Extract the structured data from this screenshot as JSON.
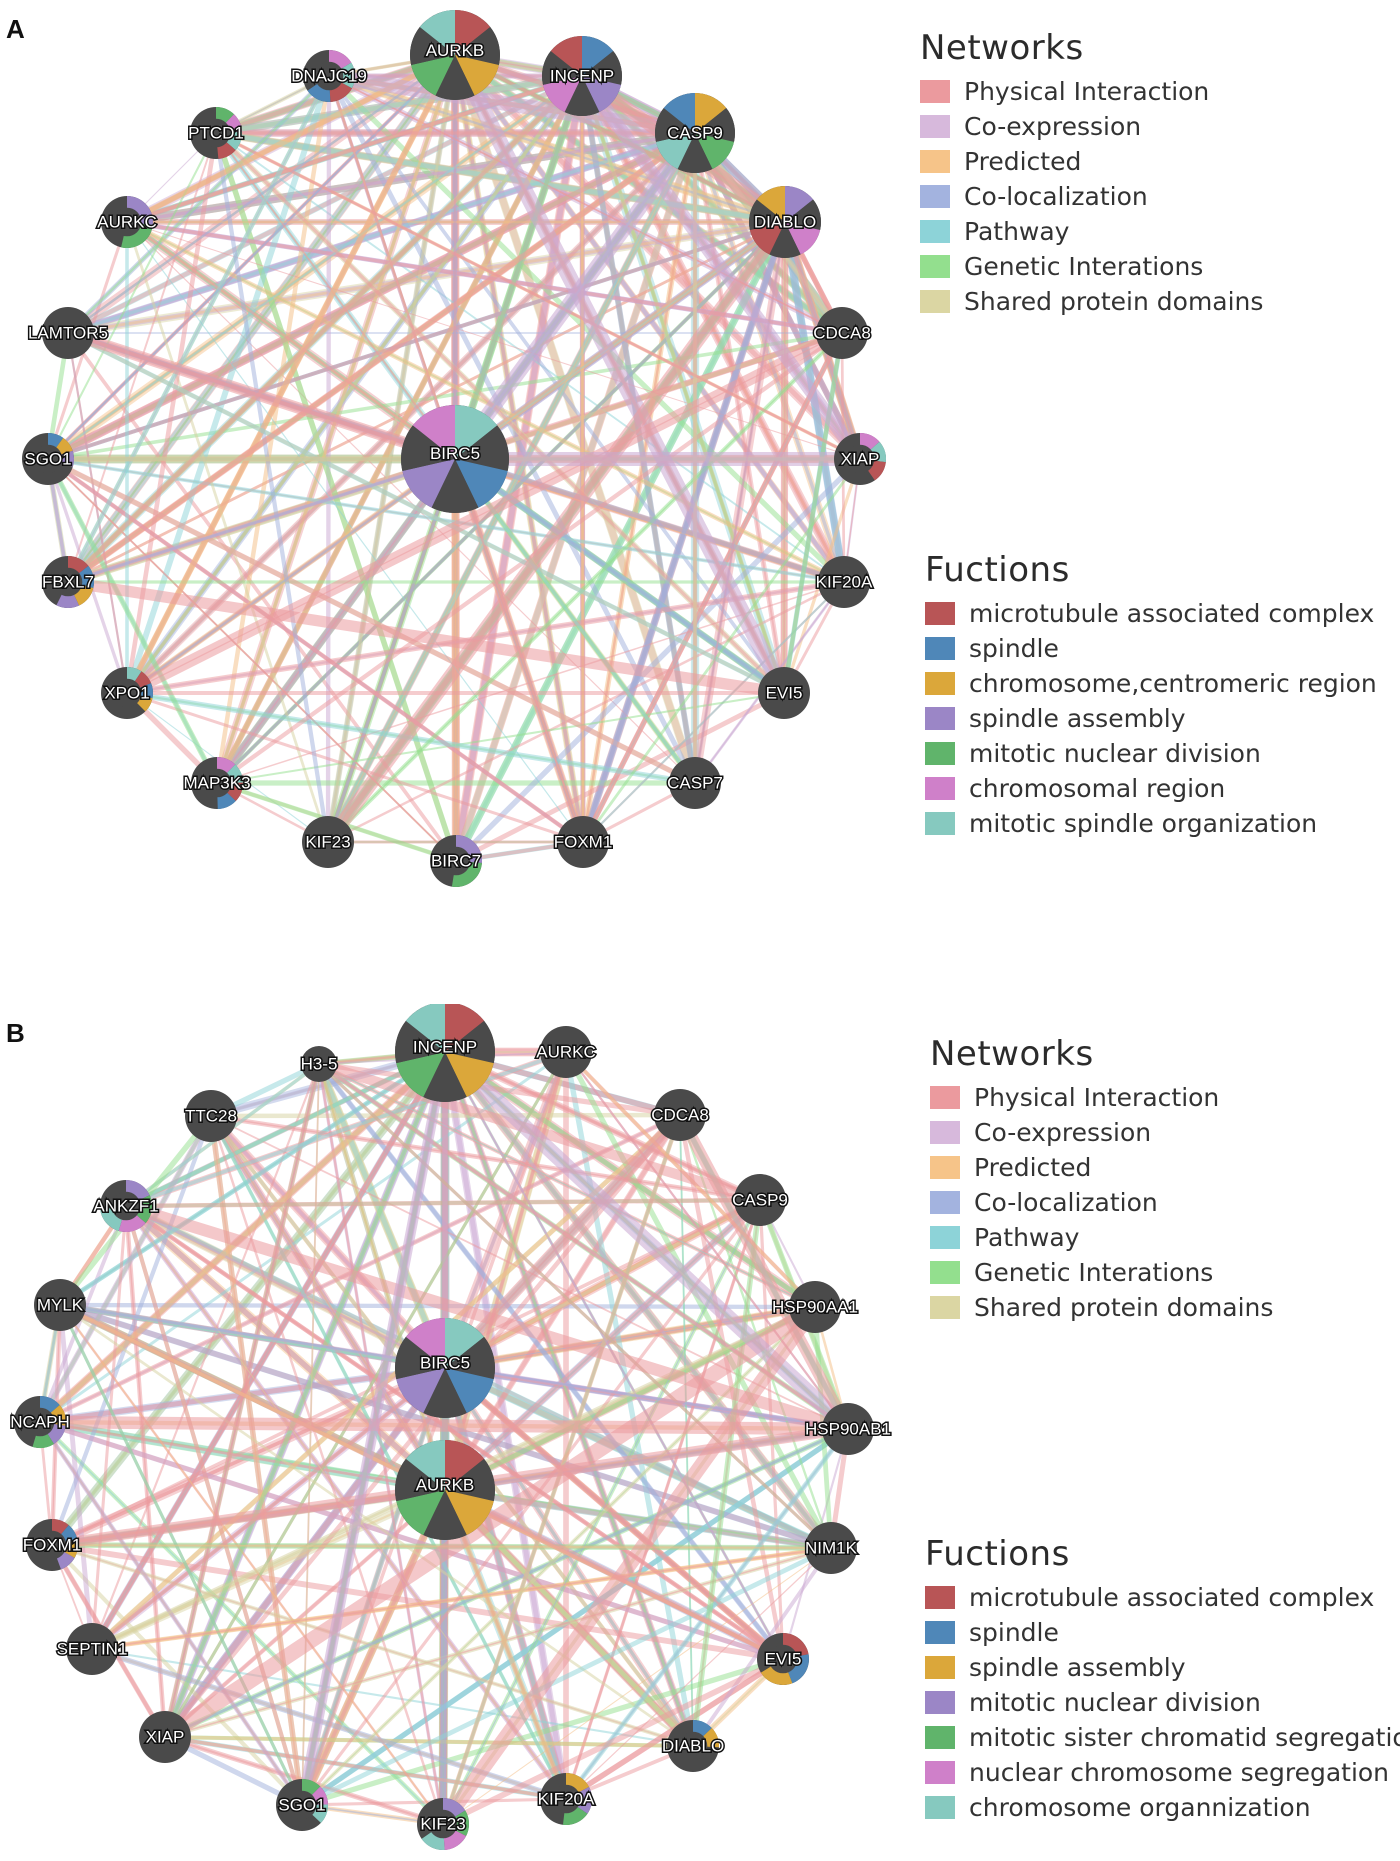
{
  "colors": {
    "node": "#4a4a4a",
    "physical": "#eb9a9e",
    "coexpression": "#c9a7d2",
    "predicted": "#f3be84",
    "colocalization": "#9fb0dc",
    "pathway": "#8dd3d8",
    "genetic": "#93df8e",
    "shared": "#d6d2a0"
  },
  "panels": [
    {
      "label": "A",
      "networks_title": "Networks",
      "networks": [
        {
          "label": "Physical Interaction",
          "color": "#eb9a9e"
        },
        {
          "label": "Co-expression",
          "color": "#d7b9dc"
        },
        {
          "label": "Predicted",
          "color": "#f6c489"
        },
        {
          "label": "Co-localization",
          "color": "#a3b3df"
        },
        {
          "label": "Pathway",
          "color": "#8dd3d8"
        },
        {
          "label": "Genetic Interations",
          "color": "#93df8e"
        },
        {
          "label": "Shared protein domains",
          "color": "#dbd6a3"
        }
      ],
      "functions_title": "Fuctions",
      "functions": [
        {
          "label": "microtubule associated complex",
          "color": "#b85556"
        },
        {
          "label": "spindle",
          "color": "#4f87b8"
        },
        {
          "label": "chromosome,centromeric region",
          "color": "#dba73a"
        },
        {
          "label": "spindle assembly",
          "color": "#9b86c6"
        },
        {
          "label": "mitotic nuclear division",
          "color": "#60b46b"
        },
        {
          "label": "chromosomal region",
          "color": "#cf80c9"
        },
        {
          "label": "mitotic spindle organization",
          "color": "#86c9bf"
        }
      ],
      "nodes": [
        {
          "label": "AURKB",
          "big": true
        },
        {
          "label": "INCENP",
          "big": true
        },
        {
          "label": "CASP9",
          "big": true
        },
        {
          "label": "DIABLO",
          "big": true
        },
        {
          "label": "CDCA8"
        },
        {
          "label": "XIAP"
        },
        {
          "label": "KIF20A"
        },
        {
          "label": "EVI5"
        },
        {
          "label": "CASP7"
        },
        {
          "label": "FOXM1"
        },
        {
          "label": "BIRC7"
        },
        {
          "label": "KIF23"
        },
        {
          "label": "MAP3K3"
        },
        {
          "label": "XPO1"
        },
        {
          "label": "FBXL7"
        },
        {
          "label": "SGO1"
        },
        {
          "label": "LAMTOR5"
        },
        {
          "label": "AURKC"
        },
        {
          "label": "PTCD1"
        },
        {
          "label": "DNAJC19"
        },
        {
          "label": "BIRC5",
          "big": true
        }
      ]
    },
    {
      "label": "B",
      "networks_title": "Networks",
      "networks": [
        {
          "label": "Physical Interaction",
          "color": "#eb9a9e"
        },
        {
          "label": "Co-expression",
          "color": "#d7b9dc"
        },
        {
          "label": "Predicted",
          "color": "#f6c489"
        },
        {
          "label": "Co-localization",
          "color": "#a3b3df"
        },
        {
          "label": "Pathway",
          "color": "#8dd3d8"
        },
        {
          "label": "Genetic Interations",
          "color": "#93df8e"
        },
        {
          "label": "Shared protein domains",
          "color": "#dbd6a3"
        }
      ],
      "functions_title": "Fuctions",
      "functions": [
        {
          "label": "microtubule associated complex",
          "color": "#b85556"
        },
        {
          "label": "spindle",
          "color": "#4f87b8"
        },
        {
          "label": "spindle assembly",
          "color": "#dba73a"
        },
        {
          "label": "mitotic nuclear division",
          "color": "#9b86c6"
        },
        {
          "label": "mitotic sister chromatid segregation",
          "color": "#60b46b"
        },
        {
          "label": "nuclear chromosome  segregation",
          "color": "#cf80c9"
        },
        {
          "label": "chromosome organnization",
          "color": "#86c9bf"
        }
      ],
      "nodes": [
        {
          "label": "INCENP",
          "big": true
        },
        {
          "label": "AURKC"
        },
        {
          "label": "CDCA8"
        },
        {
          "label": "CASP9"
        },
        {
          "label": "HSP90AA1"
        },
        {
          "label": "HSP90AB1"
        },
        {
          "label": "NIM1K"
        },
        {
          "label": "EVI5"
        },
        {
          "label": "DIABLO"
        },
        {
          "label": "KIF20A"
        },
        {
          "label": "KIF23"
        },
        {
          "label": "SGO1"
        },
        {
          "label": "XIAP"
        },
        {
          "label": "SEPTIN1"
        },
        {
          "label": "FOXM1"
        },
        {
          "label": "NCAPH"
        },
        {
          "label": "MYLK"
        },
        {
          "label": "ANKZF1"
        },
        {
          "label": "TTC28"
        },
        {
          "label": "H3-5"
        },
        {
          "label": "BIRC5",
          "big": true
        },
        {
          "label": "AURKB",
          "big": true
        }
      ]
    }
  ]
}
